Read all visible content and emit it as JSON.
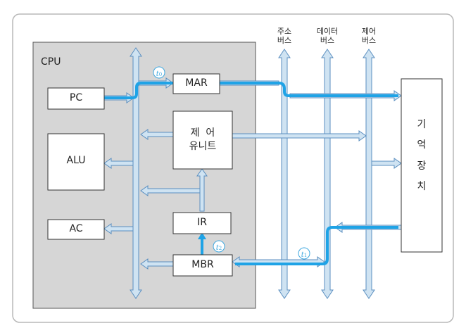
{
  "labels": {
    "cpu": "CPU",
    "address_bus": "주소\n버스",
    "data_bus": "데이터\n버스",
    "control_bus": "제어\n버스",
    "pc": "PC",
    "alu": "ALU",
    "ac": "AC",
    "mar": "MAR",
    "control_unit": "제  어\n유니트",
    "ir": "IR",
    "mbr": "MBR",
    "memory": "기\n\n억\n\n장\n\n치",
    "t0": "t",
    "t0_sub": "0",
    "t1": "t",
    "t1_sub": "1",
    "t2": "t",
    "t2_sub": "2"
  },
  "colors": {
    "bus_fill": "#cfe3f2",
    "bus_stroke": "#5b8fc0",
    "path": "#1fa3e6",
    "cpu_fill": "#d6d6d6",
    "box_fill": "#ffffff",
    "frame": "#b0b0b0"
  }
}
